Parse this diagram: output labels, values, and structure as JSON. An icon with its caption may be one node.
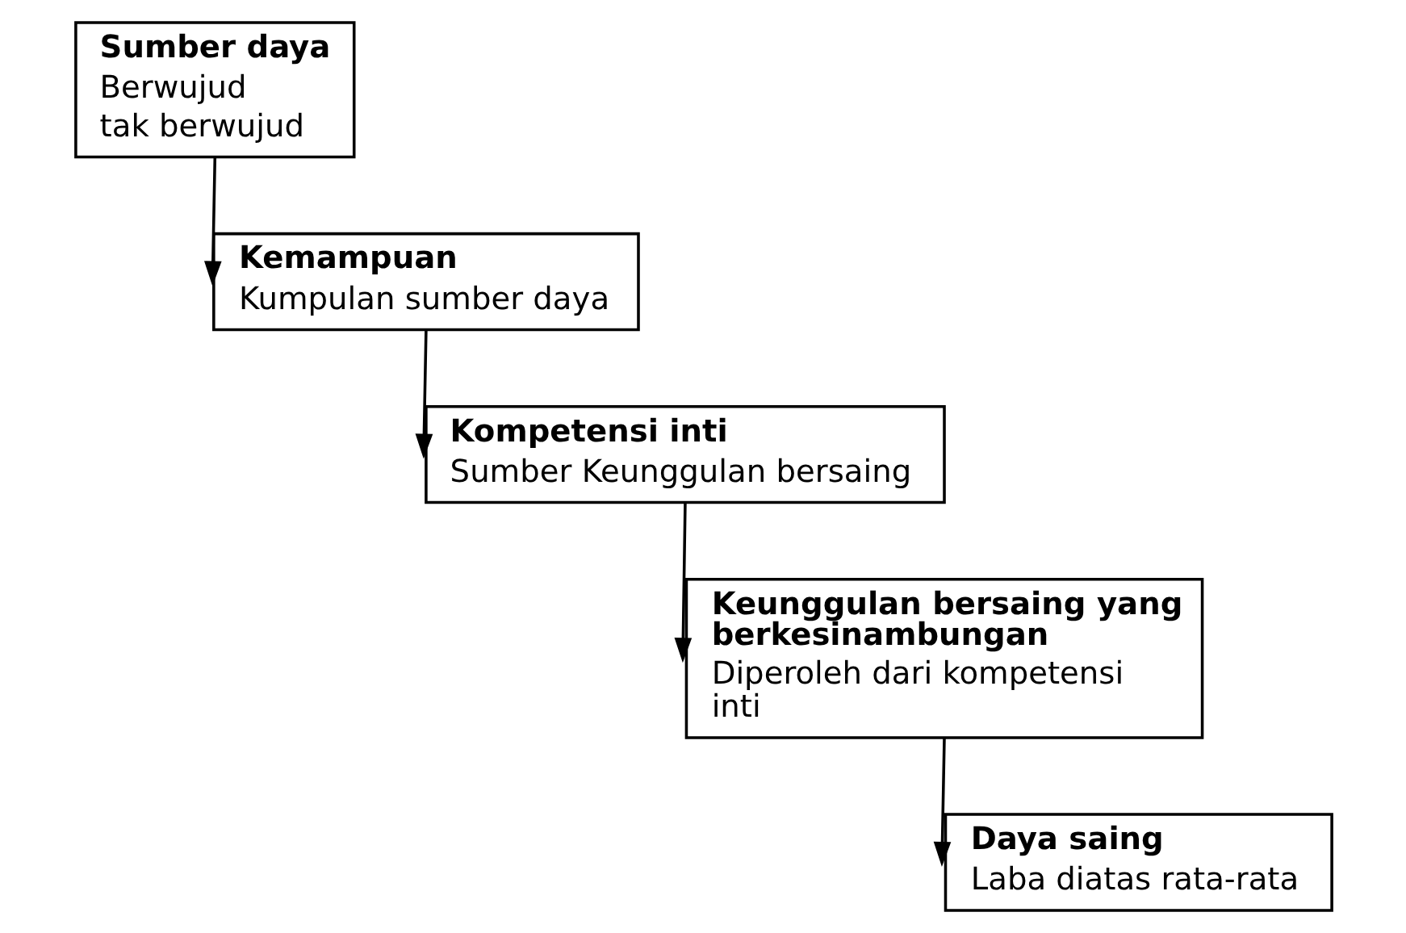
{
  "diagram": {
    "nodes": [
      {
        "text": [
          "Sumber daya",
          "Berwujud",
          "tak berwujud"
        ]
      },
      {
        "text": [
          "Kemampuan",
          "Kumpulan sumber daya"
        ]
      },
      {
        "text": [
          "Kompetensi inti",
          "Sumber Keunggulan bersaing"
        ]
      },
      {
        "text": [
          "Keunggulan bersaing yang berkesinambungan",
          "Diperoleh dari kompetensi inti"
        ]
      },
      {
        "text": [
          "Daya saing",
          "Laba diatas rata-rata"
        ]
      }
    ],
    "edges": [
      {
        "from": 0,
        "to": 1,
        "arrow": "to"
      },
      {
        "from": 1,
        "to": 2,
        "arrow": "to"
      },
      {
        "from": 2,
        "to": 3,
        "arrow": "to"
      },
      {
        "from": 3,
        "to": 4,
        "arrow": "to"
      }
    ]
  }
}
